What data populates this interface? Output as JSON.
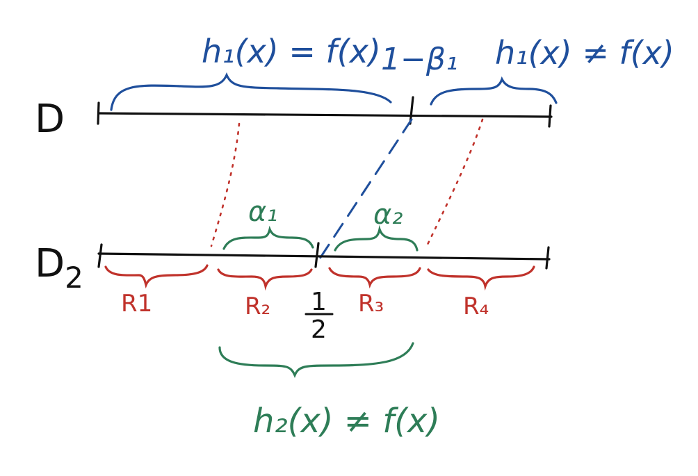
{
  "colors": {
    "ink": "#111111",
    "blue": "#1f4f9c",
    "red": "#c0322b",
    "green": "#2e7d57"
  },
  "lines": {
    "top": {
      "label": "D"
    },
    "bottom": {
      "label": "D",
      "subscript": "2"
    }
  },
  "labels": {
    "h1_equal": "h₁(x) = f(x)",
    "h1_not_equal": "h₁(x) ≠ f(x)",
    "one_minus_beta": "1−β₁",
    "alpha1": "α₁",
    "alpha2": "α₂",
    "half_numerator": "1",
    "half_denominator": "2",
    "h2_not_equal": "h₂(x) ≠ f(x)"
  },
  "regions": [
    "R1",
    "R₂",
    "R₃",
    "R₄"
  ],
  "icons": {
    "brace": "curly-brace",
    "tick": "tick-mark"
  }
}
